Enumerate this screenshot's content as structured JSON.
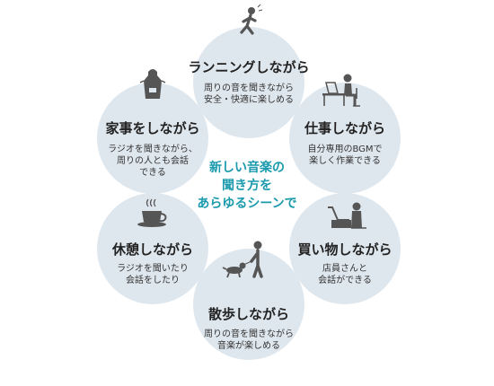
{
  "colors": {
    "circle": "#dfe7ee",
    "ring": "#c4d0da",
    "icon": "#555555",
    "accent": "#1a9aac",
    "text": "#222222"
  },
  "center": {
    "lines": [
      "新しい音楽の",
      "聞き方を",
      "あらゆるシーンで"
    ]
  },
  "activities": [
    {
      "id": "running",
      "icon": "running-person-icon",
      "title": "ランニングしながら",
      "desc": [
        "周りの音を聞きながら",
        "安全・快適に楽しめる"
      ]
    },
    {
      "id": "work",
      "icon": "desk-worker-icon",
      "title": "仕事しながら",
      "desc": [
        "自分専用のBGMで",
        "楽しく作業できる"
      ]
    },
    {
      "id": "shopping",
      "icon": "store-clerk-icon",
      "title": "買い物しながら",
      "desc": [
        "店員さんと",
        "会話ができる"
      ]
    },
    {
      "id": "walk",
      "icon": "dog-walking-icon",
      "title": "散歩しながら",
      "desc": [
        "周りの音を聞きながら",
        "音楽が楽しめる"
      ]
    },
    {
      "id": "rest",
      "icon": "coffee-cup-icon",
      "title": "休憩しながら",
      "desc": [
        "ラジオを聞いたり",
        "会話をしたり"
      ]
    },
    {
      "id": "housework",
      "icon": "apron-icon",
      "title": "家事をしながら",
      "desc": [
        "ラジオを聞きながら、",
        "周りの人とも会話",
        "できる"
      ]
    }
  ]
}
